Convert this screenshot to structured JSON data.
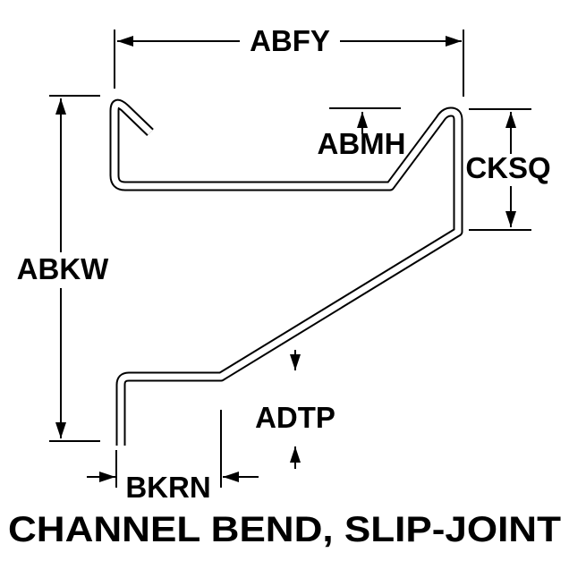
{
  "title": "CHANNEL BEND, SLIP-JOINT",
  "labels": {
    "abfy": "ABFY",
    "abmh": "ABMH",
    "cksq": "CKSQ",
    "abkw": "ABKW",
    "adtp": "ADTP",
    "bkrn": "BKRN"
  },
  "colors": {
    "line": "#000000",
    "background": "#ffffff"
  }
}
